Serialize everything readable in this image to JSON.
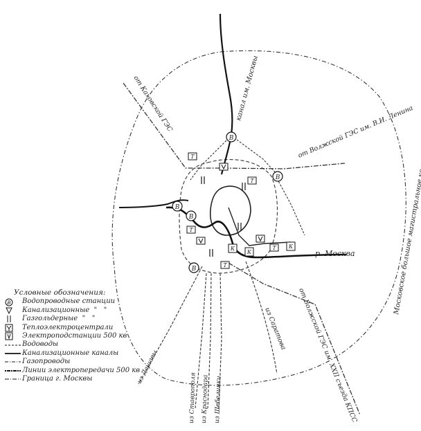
{
  "map": {
    "river_label": "р. Москва",
    "canal_label": "канал им. Москвы",
    "ring_label": "Московское большое магистральное кольцо",
    "power_lines": [
      "от Каховской ГЭС",
      "от Волжской ГЭС им. В.И. Ленина",
      "от Волжской ГЭС им. XXII съезда КПСС"
    ],
    "gas_lines": [
      "из Саратова",
      "из Дашавы",
      "из Ставрополя",
      "из Краснодара",
      "из Шебелинки"
    ],
    "symbol_letters": {
      "water_station": "В",
      "sewage_station": "К",
      "heat_plant": "Т"
    }
  },
  "legend": {
    "title": "Условные обозначения:",
    "items": [
      {
        "symbol": "water-station",
        "label": "Водопроводные станции"
      },
      {
        "symbol": "sewage-station",
        "label": "Канализационные  \"   \""
      },
      {
        "symbol": "gasholder",
        "label": "Газгольдерные  \"   \""
      },
      {
        "symbol": "heat-plant",
        "label": "Теплоэлектроцентрали"
      },
      {
        "symbol": "substation",
        "label": "Электроподстанции 500 кв"
      },
      {
        "symbol": "water-main",
        "label": "Водоводы"
      },
      {
        "symbol": "sewer-canal",
        "label": "Канализационные каналы"
      },
      {
        "symbol": "gas-pipeline",
        "label": "Газопроводы"
      },
      {
        "symbol": "power-line",
        "label": "Линии электропередачи 500 кв"
      },
      {
        "symbol": "city-boundary",
        "label": "Граница г. Москвы"
      }
    ]
  }
}
